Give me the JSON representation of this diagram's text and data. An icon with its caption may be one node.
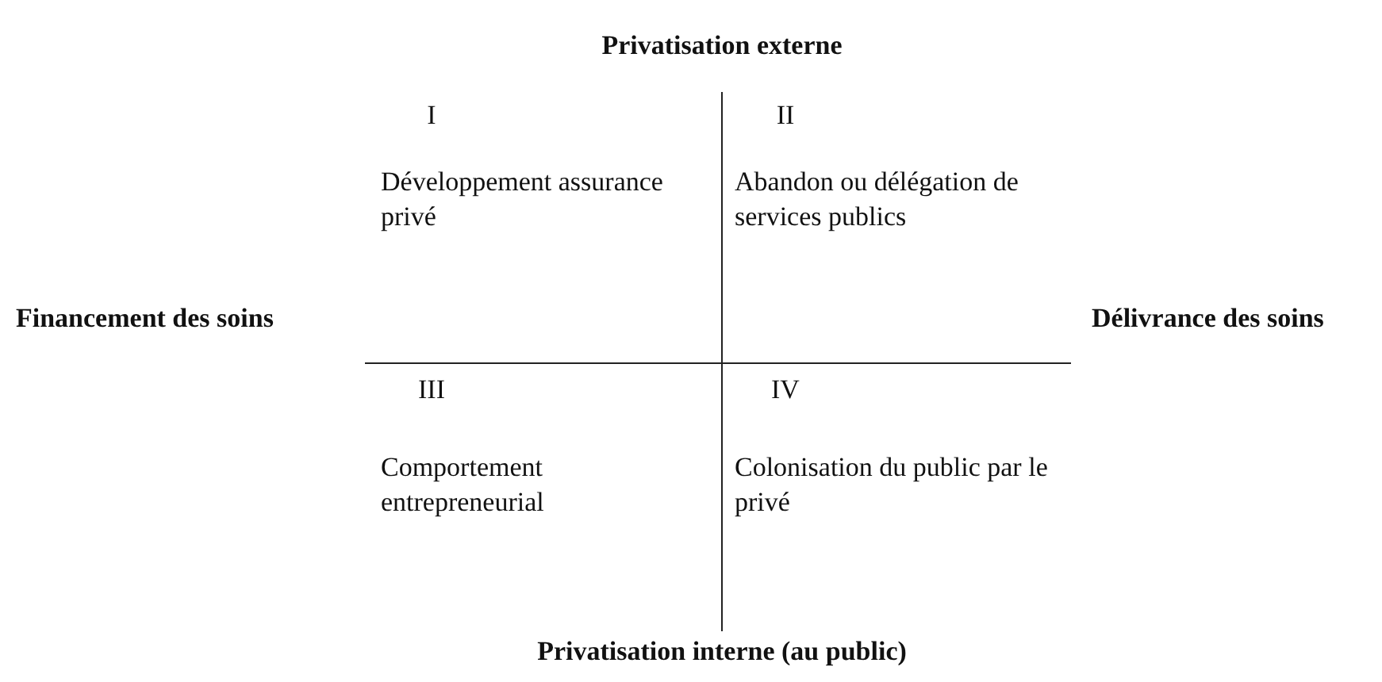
{
  "diagram": {
    "labels": [
      "Privatisation externe",
      "I",
      "II",
      "Développement assurance privé",
      "Abandon ou délégation de services publics",
      "Financement des soins",
      "Délivrance des soins",
      "III",
      "IV",
      "Comportement entrepreneurial",
      "Colonisation du public par le privé",
      "Privatisation interne (au public)"
    ]
  }
}
